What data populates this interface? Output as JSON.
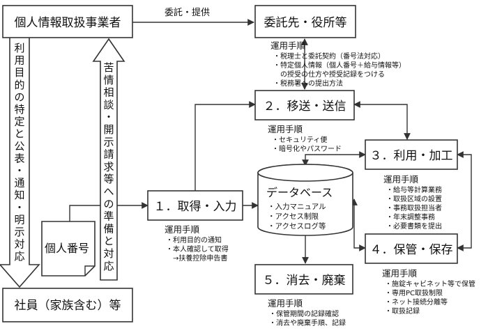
{
  "nodes": {
    "operator": "個人情報取扱事業者",
    "contractor": "委託先・役所等",
    "transfer": "２．移送・送信",
    "use": "３．利用・加工",
    "acquire": "１．取得・入力",
    "storage": "４．保管・保存",
    "disposal": "５．消去・廃棄",
    "employees": "社員（家族含む）等",
    "mynumber": "個人番号"
  },
  "edge_labels": {
    "outsource": "委託・提供"
  },
  "side_arrows": {
    "left": [
      "利",
      "用",
      "目",
      "的",
      "の",
      "特",
      "定",
      "と",
      "公",
      "表",
      "・",
      "通",
      "知",
      "・",
      "明",
      "示",
      "対",
      "応"
    ],
    "right": [
      "苦",
      "情",
      "相",
      "談",
      "・",
      "開",
      "示",
      "請",
      "求",
      "等",
      "へ",
      "の",
      "準",
      "備",
      "と",
      "対",
      "応"
    ]
  },
  "database": {
    "title": "データベース",
    "items": [
      "・入力マニュアル",
      "・アクセス制限",
      "・アクセスログ等"
    ]
  },
  "procedures": {
    "heading": "運用手順",
    "contractor": [
      "・税理士と委託契約（番号法対応）",
      "・特定個人情報（個人番号＋給与情報等）",
      "　の授受の仕方や授受記録をつける",
      "・税務署への提出方法"
    ],
    "transfer": [
      "・セキュリティ便",
      "・暗号化やパスワード"
    ],
    "use": [
      "・給与等計算業務",
      "・取扱区域の設置",
      "・事務取扱担当者",
      "・年末調整事務",
      "・必要書類を提出"
    ],
    "acquire": [
      "・利用目的の通知",
      "・本人確認して取得",
      "　→扶養控除申告書"
    ],
    "storage": [
      "・施錠キャビネット等で保管",
      "・専用PC取扱制限",
      "・ネット接続分離等",
      "・取扱記録"
    ],
    "disposal": [
      "・保管期間の記録確認",
      "・消去や廃棄手順、記録"
    ]
  }
}
